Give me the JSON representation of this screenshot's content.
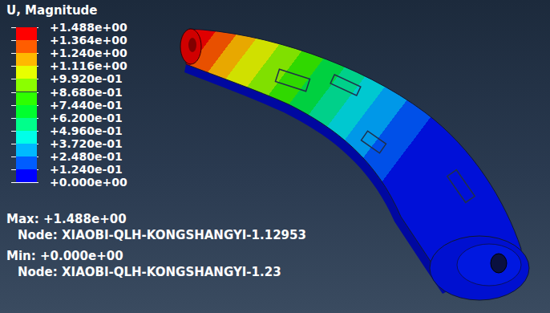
{
  "diagram": {
    "title": "U, Magnitude",
    "labels": [
      "Max: +1.488e+00",
      "Node: XIAOBI-QLH-KONGSHANGYI-1.12953",
      "Min: +0.000e+00",
      "Node: XIAOBI-QLH-KONGSHANGYI-1.23"
    ],
    "legend": [
      {
        "text": "+1.488e+00",
        "color": "#ff0000"
      },
      {
        "text": "+1.364e+00",
        "color": "#ff5d00"
      },
      {
        "text": "+1.240e+00",
        "color": "#ffb900"
      },
      {
        "text": "+1.116e+00",
        "color": "#e8ff00"
      },
      {
        "text": "+9.920e-01",
        "color": "#8bff00"
      },
      {
        "text": "+8.680e-01",
        "color": "#2eff00"
      },
      {
        "text": "+7.440e-01",
        "color": "#00ff2e"
      },
      {
        "text": "+6.200e-01",
        "color": "#00ff8b"
      },
      {
        "text": "+4.960e-01",
        "color": "#00ffe8"
      },
      {
        "text": "+3.720e-01",
        "color": "#00b9ff"
      },
      {
        "text": "+2.480e-01",
        "color": "#005dff"
      },
      {
        "text": "+1.240e-01",
        "color": "#0000ff"
      },
      {
        "text": "+0.000e+00"
      }
    ]
  }
}
